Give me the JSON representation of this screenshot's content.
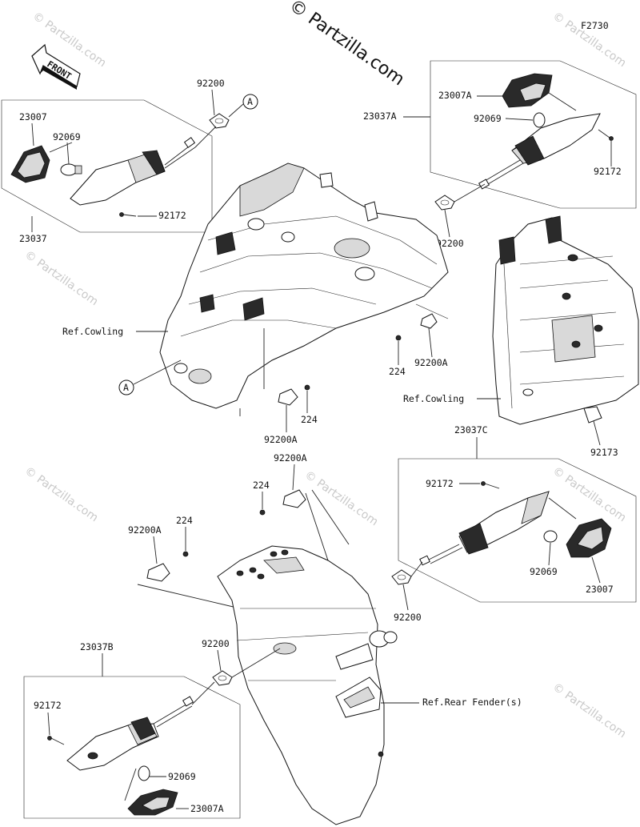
{
  "figure_code": "F2730",
  "copyright": "© Partzilla.com",
  "watermark": "© Partzilla.com",
  "front_label": "FRONT",
  "callouts": {
    "a_top": "A",
    "a_bottom": "A"
  },
  "labels": {
    "p23007_tl": "23007",
    "p92069_tl": "92069",
    "p23037_tl": "23037",
    "p92172_tl": "92172",
    "p92200_tl": "92200",
    "p23007A_tr": "23007A",
    "p23037A_tr": "23037A",
    "p92069_tr": "92069",
    "p92172_tr": "92172",
    "p92200_tr": "92200",
    "ref_cowling_left": "Ref.Cowling",
    "p224_mid1": "224",
    "p92200A_mid1": "92200A",
    "p224_mid2": "224",
    "p92200A_mid2": "92200A",
    "ref_cowling_right": "Ref.Cowling",
    "p92173": "92173",
    "p23037C": "23037C",
    "p92172_r": "92172",
    "p92069_r": "92069",
    "p23007_r": "23007",
    "p92200_r": "92200",
    "p92200A_c": "92200A",
    "p224_c": "224",
    "p92200A_l": "92200A",
    "p224_l": "224",
    "p23037B": "23037B",
    "p92200_bl": "92200",
    "p92172_bl": "92172",
    "p92069_bl": "92069",
    "p23007A_bl": "23007A",
    "ref_rear_fender": "Ref.Rear Fender(s)"
  }
}
